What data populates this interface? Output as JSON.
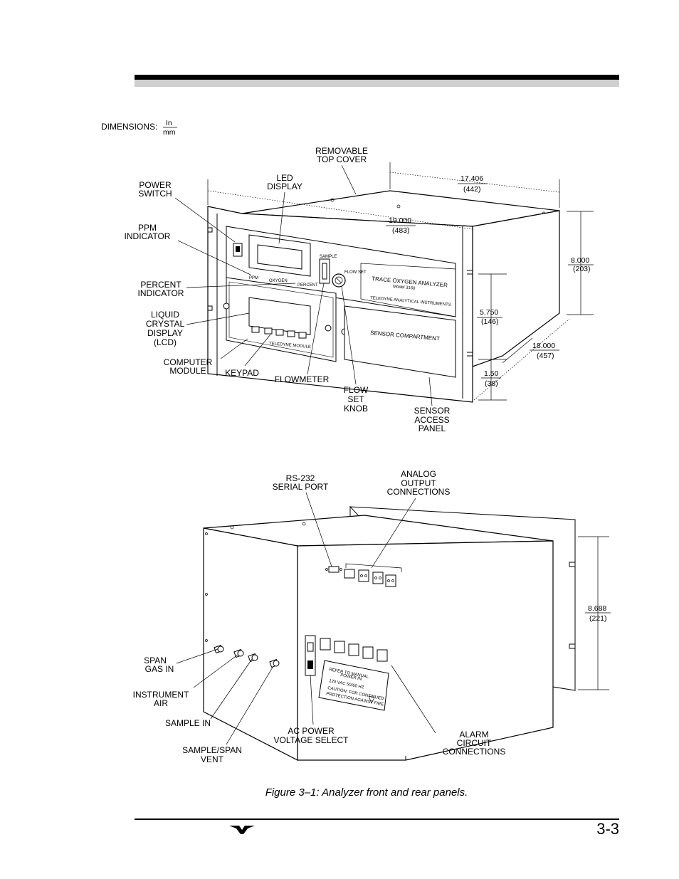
{
  "page": {
    "number": "3-3",
    "caption": "Figure 3–1: Analyzer front and rear panels."
  },
  "dimensions_legend": {
    "label": "DIMENSIONS:",
    "top": "In",
    "bottom": "mm"
  },
  "front": {
    "labels": {
      "removable_top_cover": [
        "REMOVABLE",
        "TOP COVER"
      ],
      "led_display": [
        "LED",
        "DISPLAY"
      ],
      "power_switch": [
        "POWER",
        "SWITCH"
      ],
      "ppm_indicator": [
        "PPM",
        "INDICATOR"
      ],
      "percent_indicator": [
        "PERCENT",
        "INDICATOR"
      ],
      "lcd": [
        "LIQUID",
        "CRYSTAL",
        "DISPLAY",
        "(LCD)"
      ],
      "computer_module": [
        "COMPUTER",
        "MODULE"
      ],
      "keypad": [
        "KEYPAD"
      ],
      "flowmeter": [
        "FLOWMETER"
      ],
      "flow_set_knob": [
        "FLOW",
        "SET",
        "KNOB"
      ],
      "sensor_access_panel": [
        "SENSOR",
        "ACCESS",
        "PANEL"
      ]
    },
    "panel_text": {
      "trace_oxygen_analyzer": "TRACE OXYGEN ANALYZER",
      "model": "Model 3160",
      "company": "TELEDYNE ANALYTICAL INSTRUMENTS",
      "sensor_compartment": "SENSOR COMPARTMENT",
      "oxygen": "OXYGEN",
      "ppm": "PPM",
      "percent": "PERCENT",
      "sample": "SAMPLE",
      "flow_set": "FLOW SET",
      "keypad_text": "TELEDYNE MODULE"
    },
    "dims": {
      "depth_top": {
        "in": "17.406",
        "mm": "(442)"
      },
      "width": {
        "in": "19.000",
        "mm": "(483)"
      },
      "height": {
        "in": "8.000",
        "mm": "(203)"
      },
      "panel_height": {
        "in": "5.750",
        "mm": "(146)"
      },
      "depth": {
        "in": "18.000",
        "mm": "(457)"
      },
      "offset": {
        "in": "1.50",
        "mm": "(38)"
      }
    }
  },
  "rear": {
    "labels": {
      "rs232": [
        "RS-232",
        "SERIAL PORT"
      ],
      "analog_output": [
        "ANALOG",
        "OUTPUT",
        "CONNECTIONS"
      ],
      "span_gas_in": [
        "SPAN",
        "GAS IN"
      ],
      "instrument_air": [
        "INSTRUMENT",
        "AIR"
      ],
      "sample_in": [
        "SAMPLE IN"
      ],
      "sample_span_vent": [
        "SAMPLE/SPAN",
        "VENT"
      ],
      "ac_power": [
        "AC POWER",
        "VOLTAGE SELECT"
      ],
      "alarm_circuit": [
        "ALARM",
        "CIRCUIT",
        "CONNECTIONS"
      ]
    },
    "dims": {
      "height": {
        "in": "8.688",
        "mm": "(221)"
      }
    },
    "warning_text": [
      "REFER TO MANUAL",
      "POWER IN",
      "120 VAC  50/60 HZ",
      "CAUTION: FOR CONTINUED",
      "PROTECTION AGAINST FIRE"
    ]
  },
  "colors": {
    "rule_black": "#000000",
    "rule_gray": "#cfcfcf"
  }
}
